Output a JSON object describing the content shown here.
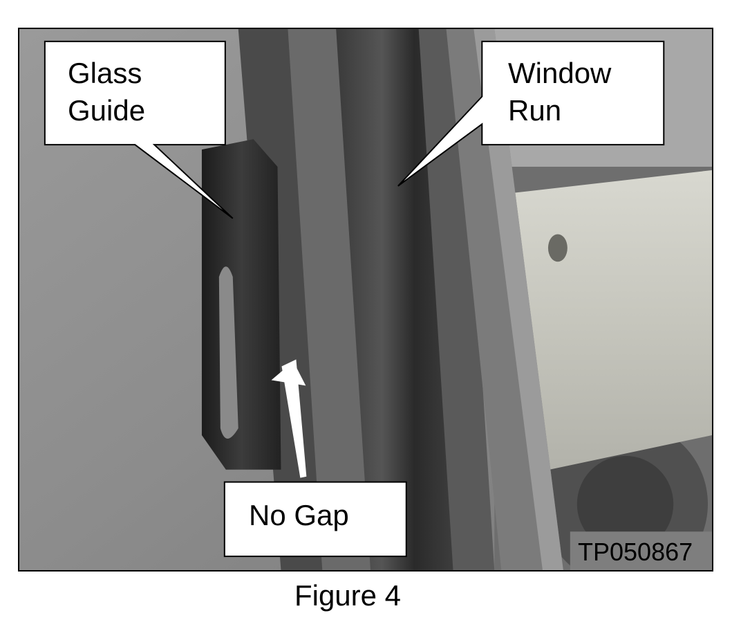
{
  "figure": {
    "caption": "Figure 4",
    "photo_id": "TP050867"
  },
  "callouts": {
    "glass_guide": {
      "line1": "Glass",
      "line2": "Guide"
    },
    "window_run": {
      "line1": "Window",
      "line2": "Run"
    },
    "no_gap": {
      "text": "No Gap"
    }
  },
  "colors": {
    "background": "#ffffff",
    "frame": "#000000",
    "arrow": "#ffffff"
  }
}
